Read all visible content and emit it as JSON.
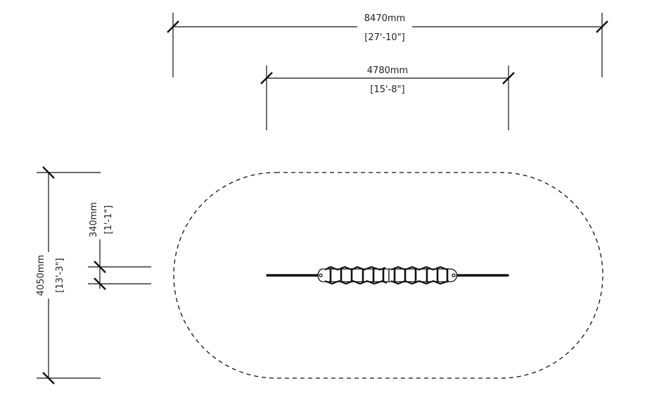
{
  "dimensions": {
    "overall_length": {
      "metric": "8470mm",
      "imperial": "[27'-10\"]"
    },
    "equipment_length": {
      "metric": "4780mm",
      "imperial": "[15'-8\"]"
    },
    "overall_width": {
      "metric": "4050mm",
      "imperial": "[13'-3\"]"
    },
    "equipment_width": {
      "metric": "340mm",
      "imperial": "[1'-1\"]"
    }
  },
  "colors": {
    "line": "#111111",
    "text": "#222222",
    "background": "#ffffff"
  }
}
